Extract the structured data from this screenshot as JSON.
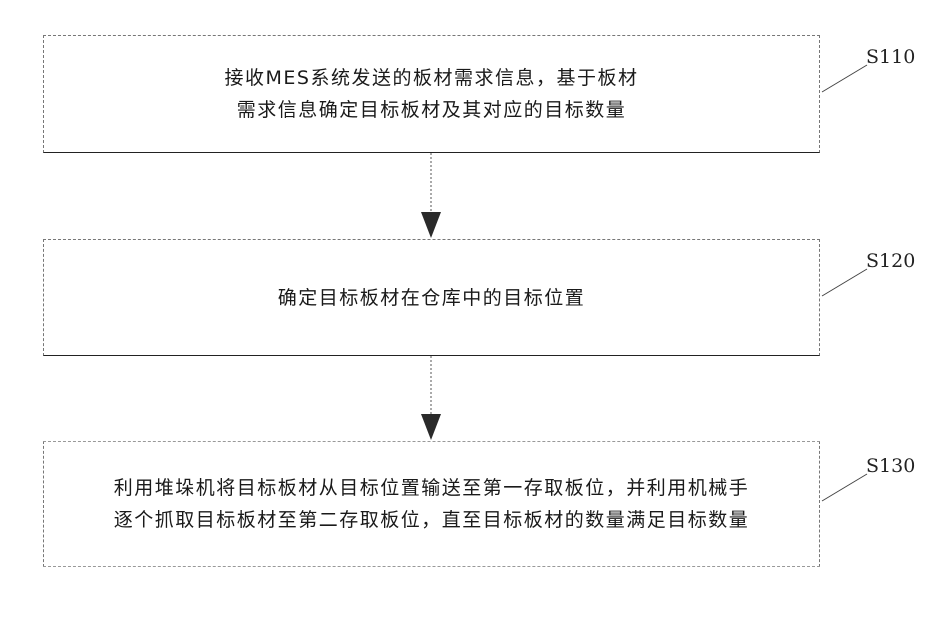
{
  "steps": [
    {
      "label": "S110",
      "lines": [
        "接收MES系统发送的板材需求信息，基于板材",
        "需求信息确定目标板材及其对应的目标数量"
      ]
    },
    {
      "label": "S120",
      "lines": [
        "确定目标板材在仓库中的目标位置"
      ]
    },
    {
      "label": "S130",
      "lines": [
        "利用堆垛机将目标板材从目标位置输送至第一存取板位，并利用机械手",
        "逐个抓取目标板材至第二存取板位，直至目标板材的数量满足目标数量"
      ]
    }
  ]
}
